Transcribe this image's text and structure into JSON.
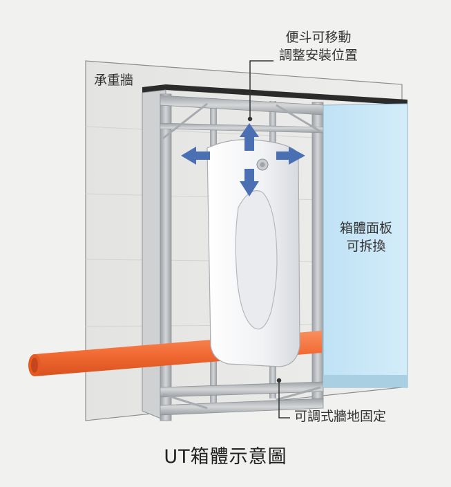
{
  "labels": {
    "adjust_line1": "便斗可移動",
    "adjust_line2": "調整安裝位置",
    "load_wall": "承重牆",
    "panel_line1": "箱體面板",
    "panel_line2": "可拆換",
    "fixing": "可調式牆地固定"
  },
  "caption": "UT箱體示意圖",
  "colors": {
    "background": "#f1f1ef",
    "wall": "#e6e6e4",
    "frame": "#b9bcbf",
    "panel": "#c6e6f7",
    "pipe": "#f26b35",
    "arrow": "#4a6fb3",
    "urinal": "#f3f4f6"
  },
  "icons": {
    "move_arrows": "four-direction-arrows-icon"
  }
}
